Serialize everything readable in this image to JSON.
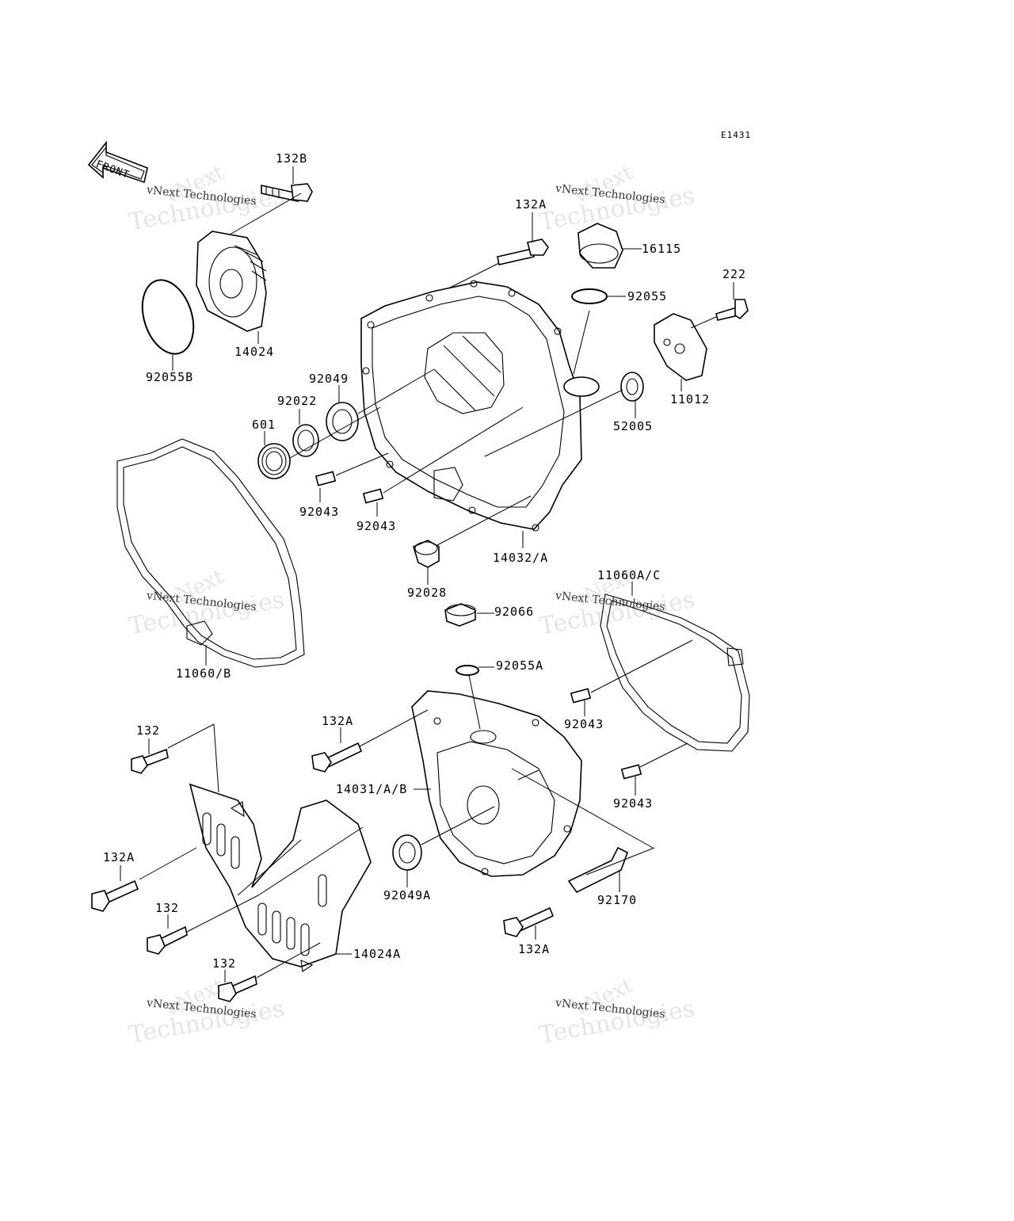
{
  "diagram_code": "E1431",
  "front_arrow_label": "FRONT",
  "watermarks": [
    {
      "company": "vNext",
      "line_small": "vNext Technologies",
      "line_big": "Technologies"
    },
    {
      "company": "vNext",
      "line_small": "vNext Technologies",
      "line_big": "Technologies"
    },
    {
      "company": "vNext",
      "line_small": "vNext Technologies",
      "line_big": "Technologies"
    },
    {
      "company": "vNext",
      "line_small": "vNext Technologies",
      "line_big": "Technologies"
    },
    {
      "company": "vNext",
      "line_small": "vNext Technologies",
      "line_big": "Technologies"
    },
    {
      "company": "vNext",
      "line_small": "vNext Technologies",
      "line_big": "Technologies"
    }
  ],
  "part_labels": {
    "bolt_132b": "132B",
    "bolt_132a_top": "132A",
    "cap_16115": "16115",
    "oring_92055": "92055",
    "bolt_222": "222",
    "cover_14024": "14024",
    "oring_92055b": "92055B",
    "plate_11012": "11012",
    "seal_92049": "92049",
    "ring_92022": "92022",
    "bearing_601": "601",
    "seal_52005": "52005",
    "pin_92043_a": "92043",
    "pin_92043_b": "92043",
    "cover_14032a": "14032/A",
    "plug_92028": "92028",
    "gasket_11060ac": "11060A/C",
    "plug_92066": "92066",
    "oring_92055a": "92055A",
    "gasket_11060b": "11060/B",
    "pin_92043_c": "92043",
    "bolt_132_a": "132",
    "bolt_132a_mid": "132A",
    "cover_14031ab": "14031/A/B",
    "pin_92043_d": "92043",
    "bolt_132a_left": "132A",
    "seal_92049a": "92049A",
    "clamp_92170": "92170",
    "bolt_132_b": "132",
    "guard_14024a": "14024A",
    "bolt_132a_bottom": "132A",
    "bolt_132_c": "132"
  }
}
